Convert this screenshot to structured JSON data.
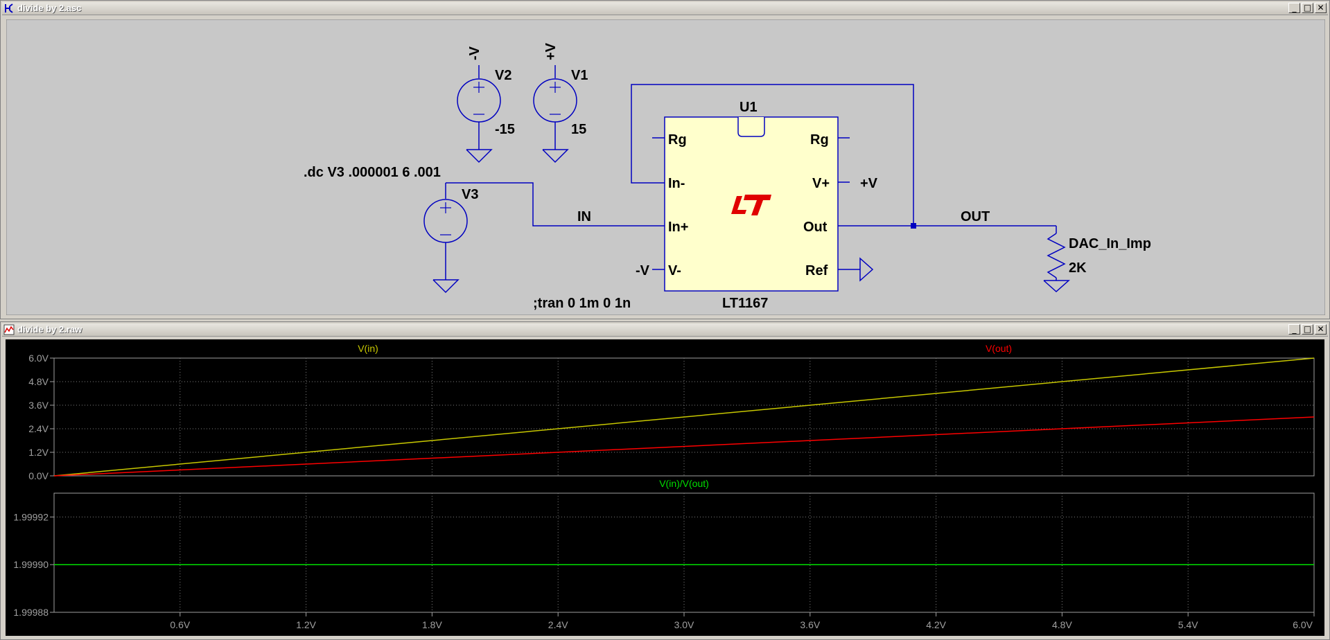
{
  "schematic_window": {
    "title": "divide by 2.asc",
    "buttons": {
      "minimize": "_",
      "maximize": "□",
      "close": "✕"
    },
    "components": {
      "v2": {
        "name": "V2",
        "value": "-15",
        "net": "-V"
      },
      "v1": {
        "name": "V1",
        "value": "15",
        "net": "+V"
      },
      "v3": {
        "name": "V3"
      },
      "u1": {
        "name": "U1",
        "part": "LT1167",
        "pins": {
          "rg_left": "Rg",
          "rg_right": "Rg",
          "in_minus": "In-",
          "in_plus": "In+",
          "v_plus": "V+",
          "out": "Out",
          "v_minus": "V-",
          "ref": "Ref"
        }
      },
      "r1": {
        "name": "DAC_In_Imp",
        "value": "2K"
      }
    },
    "nets": {
      "in": "IN",
      "out": "OUT",
      "vplus": "+V",
      "vminus": "-V"
    },
    "directives": {
      "dc": ".dc V3 .000001 6 .001",
      "tran": ";tran 0 1m 0 1n"
    },
    "colors": {
      "wire": "#0000c0",
      "symbol_fill": "#ffffcc",
      "logo": "#e00000",
      "background": "#c8c8c8"
    }
  },
  "waveform_window": {
    "title": "divide by 2.raw",
    "buttons": {
      "minimize": "_",
      "maximize": "□",
      "close": "✕"
    }
  },
  "chart_data": [
    {
      "type": "line",
      "title": "",
      "xlabel": "",
      "ylabel": "",
      "xlim": [
        0,
        6
      ],
      "ylim": [
        0,
        6
      ],
      "yticks": [
        "0.0V",
        "1.2V",
        "2.4V",
        "3.6V",
        "4.8V",
        "6.0V"
      ],
      "grid": true,
      "series": [
        {
          "name": "V(in)",
          "color": "#c8c800",
          "x": [
            0,
            6
          ],
          "y": [
            0,
            6
          ]
        },
        {
          "name": "V(out)",
          "color": "#ff0000",
          "x": [
            0,
            6
          ],
          "y": [
            0,
            3
          ]
        }
      ]
    },
    {
      "type": "line",
      "title": "",
      "xlabel": "",
      "ylabel": "",
      "xlim": [
        0,
        6
      ],
      "ylim": [
        1.99988,
        1.99993
      ],
      "yticks": [
        "1.99988",
        "1.99990",
        "1.99992"
      ],
      "xticks": [
        "0.6V",
        "1.2V",
        "1.8V",
        "2.4V",
        "3.0V",
        "3.6V",
        "4.2V",
        "4.8V",
        "5.4V",
        "6.0V"
      ],
      "grid": true,
      "series": [
        {
          "name": "V(in)/V(out)",
          "color": "#00e000",
          "x": [
            0,
            6
          ],
          "y": [
            1.9999,
            1.9999
          ]
        }
      ]
    }
  ]
}
